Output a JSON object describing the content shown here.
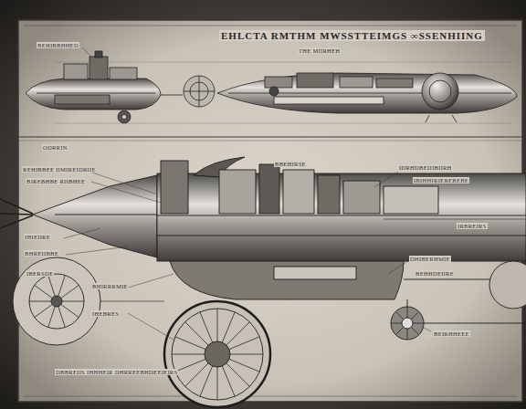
{
  "diagram": {
    "title": "EHLCTA RMTHM MWSSTTEIMGS ∞SSENHIING",
    "labels": [
      "BEHIBBHHED",
      "THE MIIRHEH",
      "ODRRIN",
      "REHIBBEE IIMIREIDRIIE",
      "BIREBHBE RIIBHEE",
      "IHIEIIRE",
      "BHREIIBBE",
      "IBERSDE",
      "BHIRRRMIE",
      "IHEBRES",
      "IDRHDBEIIIBIIRH",
      "IBIHHIRIEREBEBE",
      "DHIBERHMIE",
      "BEHHDEIIRE",
      "BEIRHHEEE",
      "DBBREIIS IHHHEIR DHRREEBHDEEIEIRS",
      "IRBREIRS",
      "BBEHIRSE"
    ]
  }
}
